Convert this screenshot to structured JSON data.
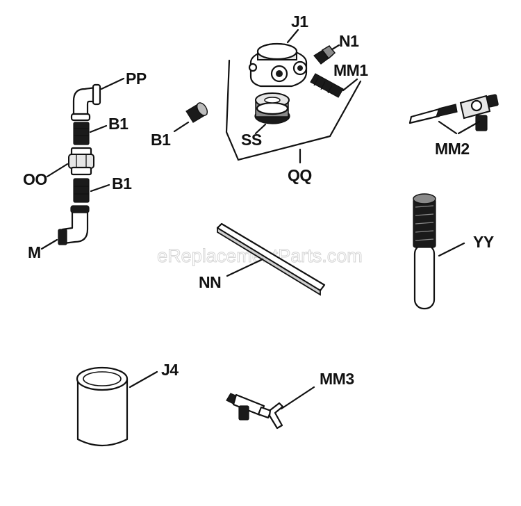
{
  "watermark": "eReplacementParts.com",
  "labels": {
    "pp": "PP",
    "b1_upper": "B1",
    "oo": "OO",
    "b1_lower": "B1",
    "m": "M",
    "b1_nipple": "B1",
    "j1": "J1",
    "n1": "N1",
    "mm1": "MM1",
    "ss": "SS",
    "qq": "QQ",
    "mm2": "MM2",
    "nn": "NN",
    "yy": "YY",
    "j4": "J4",
    "mm3": "MM3"
  }
}
